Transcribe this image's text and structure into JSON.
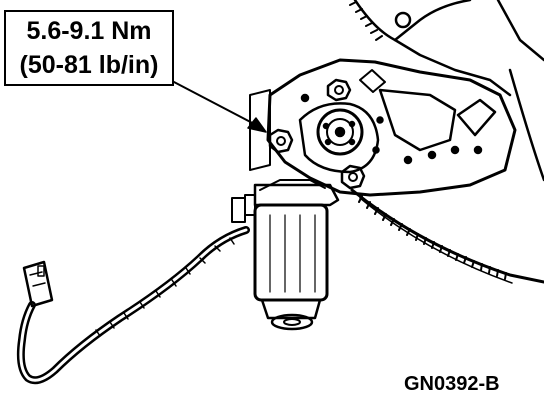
{
  "callout": {
    "torque_nm": "5.6-9.1 Nm",
    "torque_lbin": "(50-81 lb/in)"
  },
  "figure_code": "GN0392-B",
  "colors": {
    "ink": "#000000",
    "paper": "#ffffff"
  },
  "icons": [
    "window-regulator-drawing",
    "motor-icon",
    "connector-icon",
    "bolt-icon",
    "leader-arrow-icon"
  ]
}
